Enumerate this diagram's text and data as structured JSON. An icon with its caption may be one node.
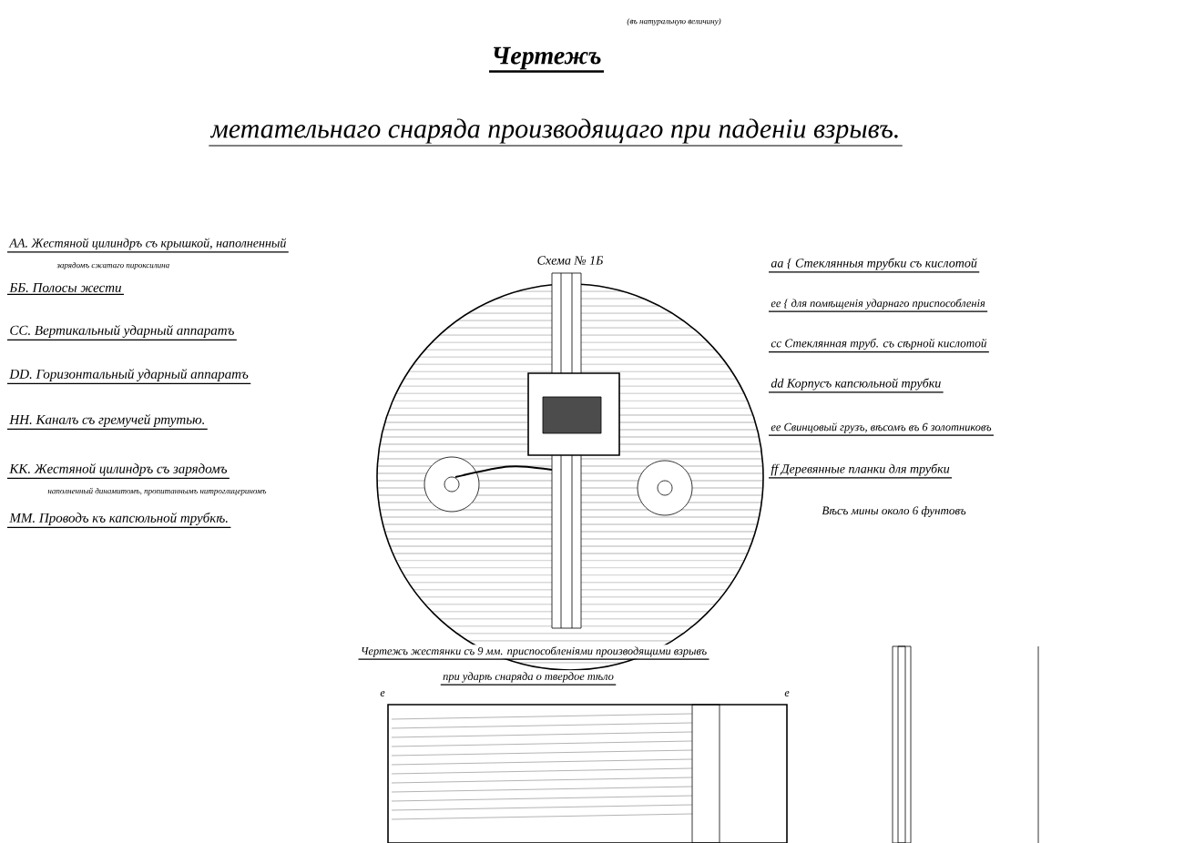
{
  "diagram": {
    "title": "Чертежъ",
    "labels": [
      "(въ натуральную величину)",
      "метательнаго снаряда производящаго при паденіи взрывъ.",
      "Схема № 1Б",
      "АА. Жестяной цилиндръ съ крышкой, наполненный",
      "зарядомъ сжатаго пироксилина",
      "ББ. Полосы жести",
      "СС. Вертикальный ударный аппаратъ",
      "DD. Горизонтальный ударный аппаратъ",
      "НН. Каналъ съ гремучей ртутью.",
      "КК. Жестяной цилиндръ съ зарядомъ",
      "наполненный динамитомъ, пропитаннымъ нитроглицериномъ",
      "ММ. Проводъ къ капсюльной трубкѣ.",
      "аа { Стеклянныя трубки съ кислотой",
      "ее { для помѣщенія ударнаго приспособленія",
      "сс Стеклянная труб. съ сѣрной кислотой",
      "dd Корпусъ капсюльной трубки",
      "ее Свинцовый грузъ, вѣсомъ въ 6 золотниковъ",
      "ff Деревянные планки для трубки",
      "Вѣсъ мины около 6 фунтовъ",
      "Чертежъ жестянки съ 9 мм. приспособленіями производящими взрывъ",
      "при ударѣ снаряда о твердое тѣло",
      "е",
      "е"
    ]
  }
}
